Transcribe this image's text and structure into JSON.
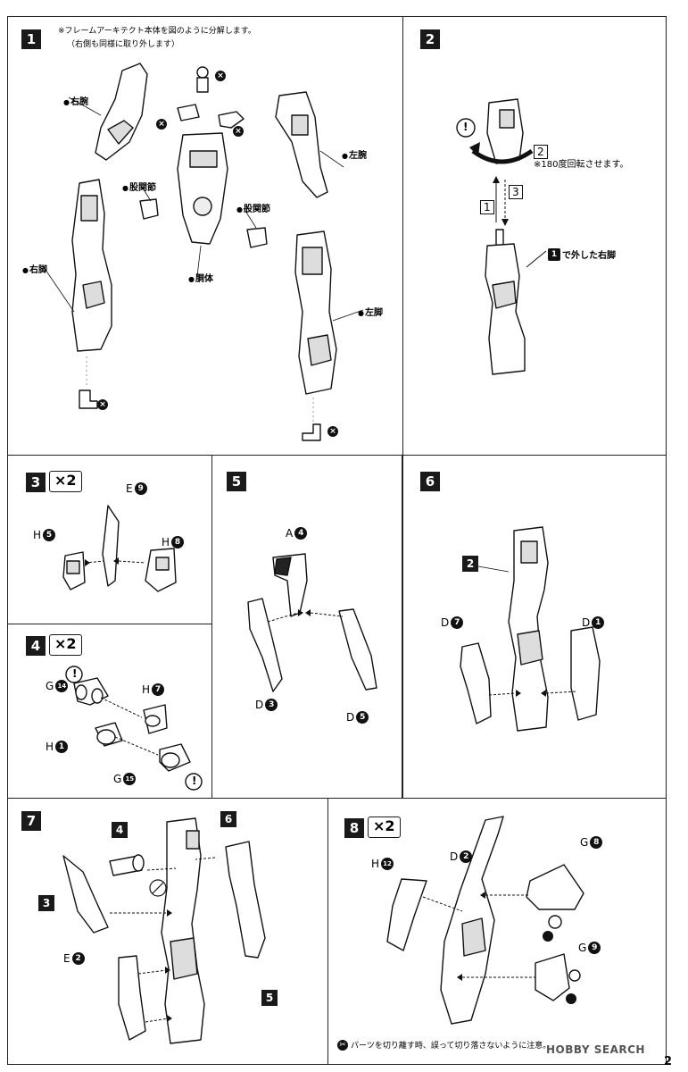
{
  "step1": {
    "number": "1",
    "note_line1": "※フレームアーキテクト本体を図のように分解します。",
    "note_line2": "（右側も同様に取り外します）",
    "labels": {
      "right_arm": "右腕",
      "left_arm": "左腕",
      "hip_joint_left": "股関節",
      "hip_joint_right": "股関節",
      "torso": "胴体",
      "right_leg": "右脚",
      "left_leg": "左脚"
    },
    "x_marks": [
      "×",
      "×",
      "×",
      "×",
      "×"
    ]
  },
  "step2": {
    "number": "2",
    "caution": "!",
    "arrow_2": "2",
    "rotate_note": "※180度回転させます。",
    "arrow_3": "3",
    "arrow_1": "1",
    "ref_badge": "1",
    "ref_label": "で外した右脚"
  },
  "step3": {
    "number": "3",
    "multiplier": "×2",
    "parts": [
      {
        "letter": "E",
        "num": "9"
      },
      {
        "letter": "H",
        "num": "5"
      },
      {
        "letter": "H",
        "num": "8"
      }
    ]
  },
  "step4": {
    "number": "4",
    "multiplier": "×2",
    "caution": "!",
    "parts": [
      {
        "letter": "G",
        "num": "14"
      },
      {
        "letter": "H",
        "num": "7"
      },
      {
        "letter": "H",
        "num": "1"
      },
      {
        "letter": "G",
        "num": "15"
      }
    ]
  },
  "step5": {
    "number": "5",
    "parts": [
      {
        "letter": "A",
        "num": "4"
      },
      {
        "letter": "D",
        "num": "3"
      },
      {
        "letter": "D",
        "num": "5"
      }
    ]
  },
  "step6": {
    "number": "6",
    "ref_badge": "2",
    "parts": [
      {
        "letter": "D",
        "num": "7"
      },
      {
        "letter": "D",
        "num": "1"
      }
    ]
  },
  "step7": {
    "number": "7",
    "ref_badges": [
      "4",
      "6",
      "3",
      "5"
    ],
    "parts": [
      {
        "letter": "E",
        "num": "2"
      }
    ]
  },
  "step8": {
    "number": "8",
    "multiplier": "×2",
    "parts": [
      {
        "letter": "D",
        "num": "2"
      },
      {
        "letter": "G",
        "num": "8"
      },
      {
        "letter": "H",
        "num": "12"
      },
      {
        "letter": "G",
        "num": "9"
      }
    ]
  },
  "footer": {
    "note": "パーツを切り離す時、誤って切り落さないように注意。",
    "watermark": "HOBBY SEARCH",
    "page_number": "2"
  }
}
